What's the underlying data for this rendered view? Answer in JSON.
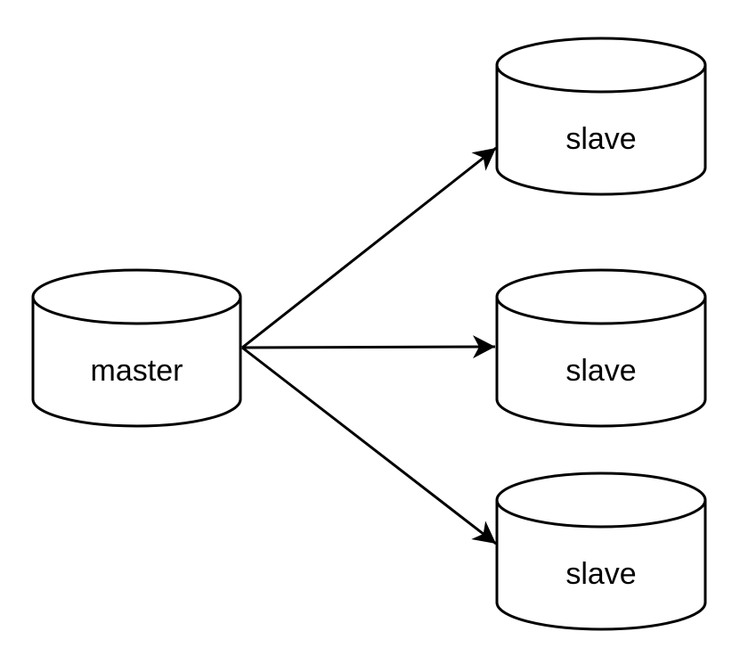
{
  "diagram": {
    "type": "database-replication-topology",
    "background_color": "#ffffff",
    "node_fill_color": "#ffffff",
    "node_stroke_color": "#000000",
    "label_color": "#000000",
    "nodes": [
      {
        "id": "master",
        "label": "master",
        "shape": "database-cylinder",
        "position": "left-middle"
      },
      {
        "id": "slave-1",
        "label": "slave",
        "shape": "database-cylinder",
        "position": "right-top"
      },
      {
        "id": "slave-2",
        "label": "slave",
        "shape": "database-cylinder",
        "position": "right-middle"
      },
      {
        "id": "slave-3",
        "label": "slave",
        "shape": "database-cylinder",
        "position": "right-bottom"
      }
    ],
    "edges": [
      {
        "from": "master",
        "to": "slave-1",
        "arrowhead": "filled-notched-triangle"
      },
      {
        "from": "master",
        "to": "slave-2",
        "arrowhead": "filled-notched-triangle"
      },
      {
        "from": "master",
        "to": "slave-3",
        "arrowhead": "filled-notched-triangle"
      }
    ]
  }
}
